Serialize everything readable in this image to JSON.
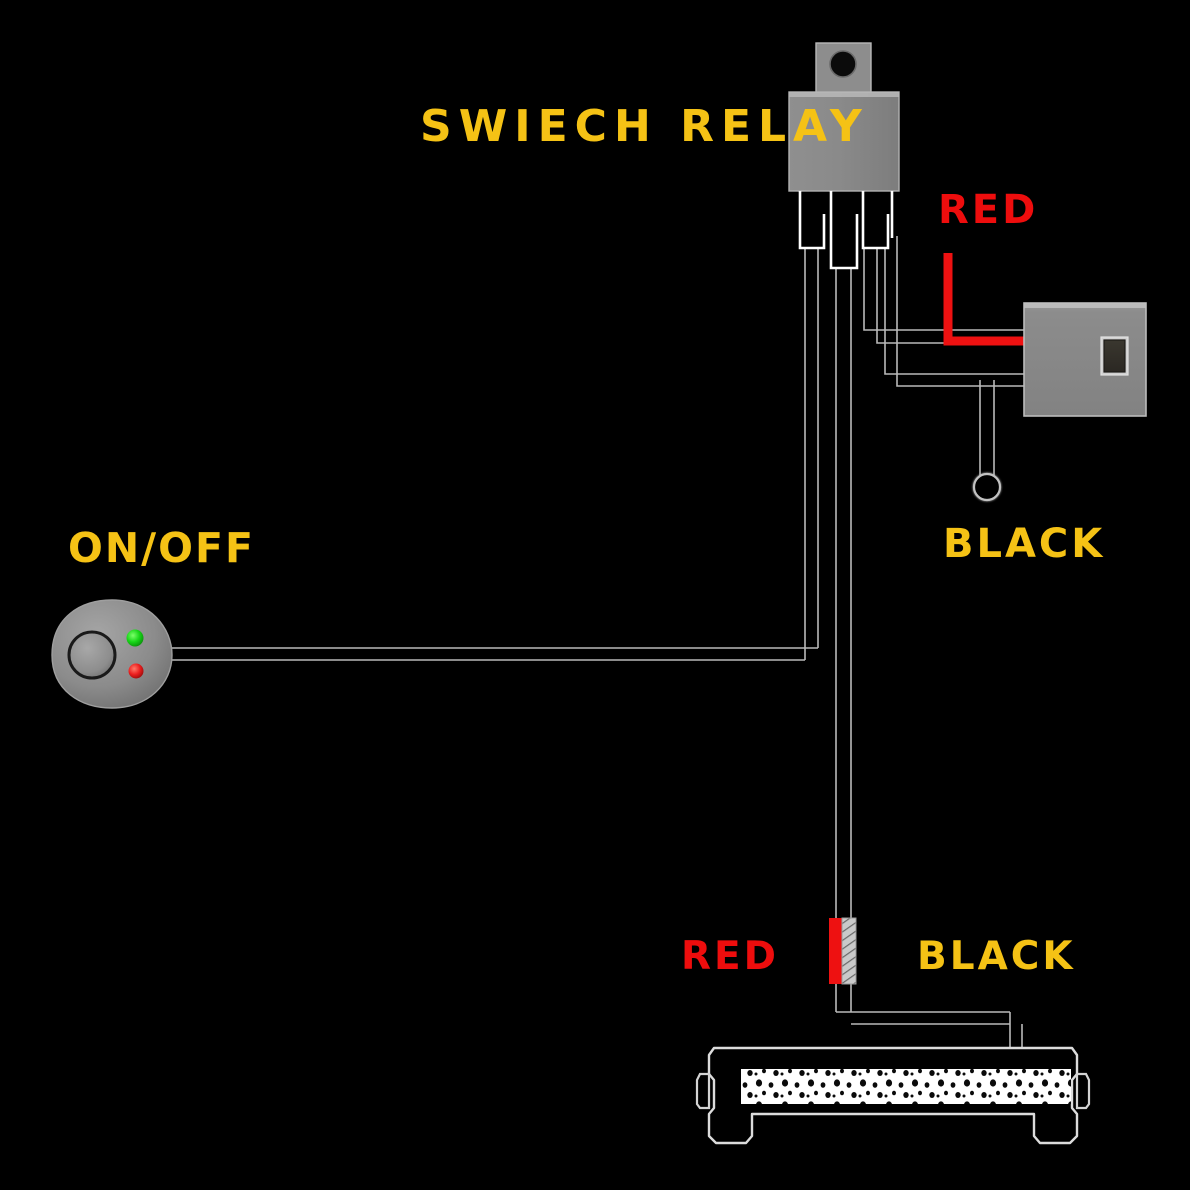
{
  "diagram": {
    "title": "LED light bar wiring harness diagram",
    "background_color": "#000000",
    "labels": {
      "switch_relay": "SWIECH RELAY",
      "on_off": "ON/OFF",
      "red_top": "RED",
      "black_right": "BLACK",
      "red_bottom": "RED",
      "black_bottom": "BLACK"
    },
    "colors": {
      "yellow_text": "#f5c215",
      "red_text": "#ee0d0d",
      "red_wire": "#ee1111",
      "wire_outline": "#bdbdbd",
      "wire_fill": "#000000",
      "component_gray": "#8a8a8a",
      "component_light": "#b4b4b4",
      "component_dark": "#6f6f6f",
      "led_white": "#ffffff",
      "led_green": "#22dd22",
      "led_red": "#ee2222"
    },
    "components": {
      "relay": {
        "name": "relay",
        "terminal_count": 4,
        "has_mounting_tab": true
      },
      "switch_box": {
        "name": "rocker-switch-box",
        "has_rocker": true
      },
      "on_off_switch": {
        "name": "on-off-switch",
        "indicator_green": "green-led",
        "indicator_red": "red-led",
        "button": "round-push-button"
      },
      "light_bar": {
        "name": "led-light-bar",
        "bracket_count": 2
      },
      "ring_terminal": {
        "name": "ring-terminal"
      },
      "inline_connector": {
        "name": "inline-connector",
        "red_side": "red",
        "black_side": "hatched"
      }
    }
  }
}
